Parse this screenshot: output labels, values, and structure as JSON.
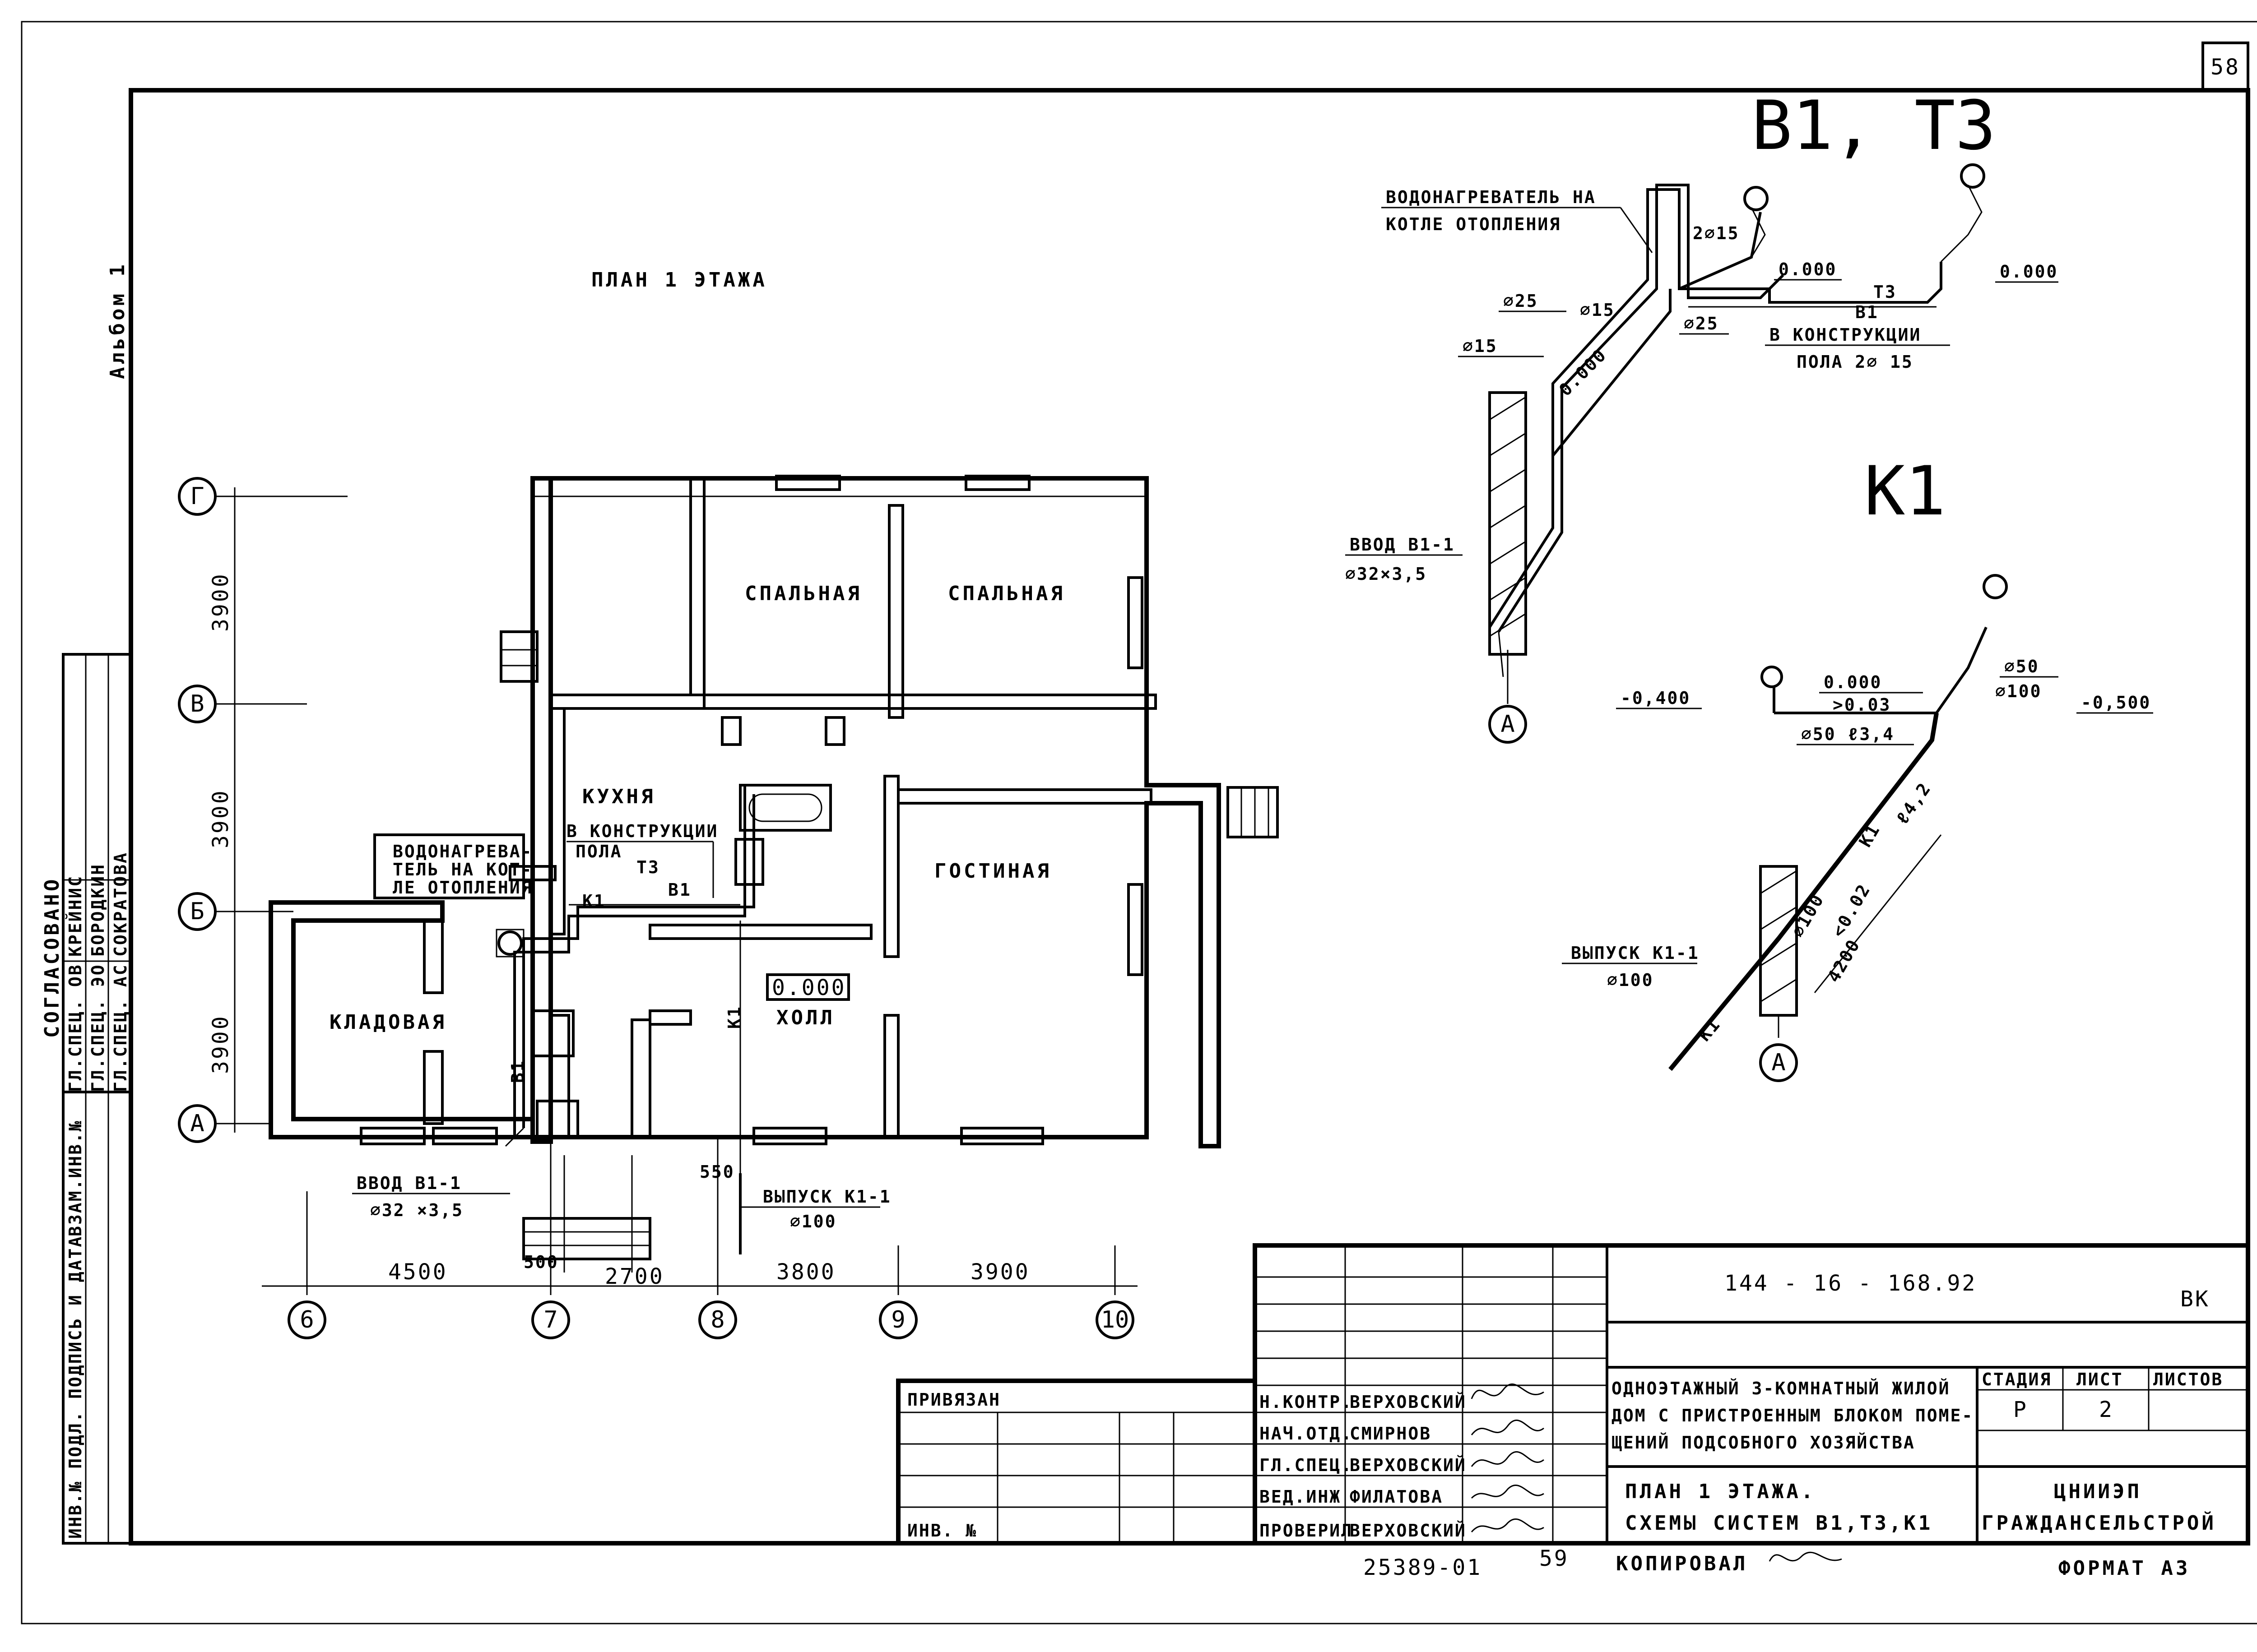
{
  "sheet_number": "58",
  "album": "Альбом 1",
  "plan_title": "ПЛАН 1 ЭТАЖА",
  "rooms": {
    "bedroom_1": "СПАЛЬНАЯ",
    "bedroom_2": "СПАЛЬНАЯ",
    "kitchen": "КУХНЯ",
    "living": "ГОСТИНАЯ",
    "hall": "ХОЛЛ",
    "storage": "КЛАДОВАЯ"
  },
  "plan_notes": {
    "in_floor": [
      "В КОНСТРУКЦИИ",
      "ПОЛА"
    ],
    "heater": [
      "ВОДОНАГРЕВА-",
      "ТЕЛЬ НА КОТ-",
      "ЛЕ ОТОПЛЕНИЯ"
    ],
    "level": "0.000",
    "inlet": [
      "ВВОД В1-1",
      "⌀32 ×3,5"
    ],
    "outlet": [
      "ВЫПУСК К1-1",
      "⌀100"
    ],
    "pipe_t3": "Т3",
    "pipe_b1": "В1",
    "pipe_k1": "К1",
    "dim_550": "550",
    "dim_500": "500"
  },
  "grid": {
    "rows": [
      "Г",
      "В",
      "Б",
      "А"
    ],
    "row_dims": [
      "3900",
      "3900",
      "3900"
    ],
    "cols": [
      "6",
      "7",
      "8",
      "9",
      "10"
    ],
    "col_dims": [
      "4500",
      "2700",
      "3800",
      "3900"
    ]
  },
  "scheme_b1t3": {
    "title": "В1, Т3",
    "heater": [
      "ВОДОНАГРЕВАТЕЛЬ НА",
      "КОТЛЕ ОТОПЛЕНИЯ"
    ],
    "d25a": "⌀25",
    "d15a": "⌀15",
    "d15b": "⌀15",
    "d25b": "⌀25",
    "d15x2": "2⌀15",
    "lvl_a": "0.000",
    "lvl_b": "0.000",
    "lvl_c": "0.000",
    "in_floor": [
      "В КОНСТРУКЦИИ",
      "ПОЛА 2⌀ 15"
    ],
    "inlet": [
      "ВВОД В1-1",
      "⌀32×3,5"
    ],
    "axis": "А",
    "label_b1": "В1",
    "label_t3": "Т3"
  },
  "scheme_k1": {
    "title": "К1",
    "lvl_left": "-0,400",
    "lvl_mid": "0.000",
    "lvl_right": "-0,500",
    "d50": "⌀50",
    "d100a": "⌀100",
    "slope_a": ">0.03",
    "d50_len": "⌀50 ℓ3,4",
    "len_42": "ℓ4,2",
    "d100b": "⌀100",
    "label_k1": "К1",
    "slope_b": "<0.02",
    "len_4200": "4200",
    "outlet": [
      "ВЫПУСК К1-1",
      "⌀100"
    ],
    "axis": "А"
  },
  "side_stamp": {
    "title": "СОГЛАСОВАНО",
    "rows": [
      {
        "role": "ГЛ.СПЕЦ. ОВ",
        "name": "КРЕЙНИС"
      },
      {
        "role": "ГЛ.СПЕЦ. ЭО",
        "name": "БОРОДКИН"
      },
      {
        "role": "ГЛ.СПЕЦ. АС",
        "name": "СОКРАТОВА"
      }
    ],
    "fields": [
      "ИНВ.№ ПОДЛ.",
      "ПОДПИСЬ И ДАТА",
      "ВЗАМ.ИНВ.№"
    ]
  },
  "title_block": {
    "code": "144 - 16 - 168.92",
    "section": "ВК",
    "attached": "ПРИВЯЗАН",
    "inv": "ИНВ. №",
    "description": [
      "ОДНОЭТАЖНЫЙ 3-КОМНАТНЫЙ ЖИЛОЙ",
      "ДОМ С ПРИСТРОЕННЫМ БЛОКОМ ПОМЕ-",
      "ЩЕНИЙ ПОДСОБНОГО ХОЗЯЙСТВА"
    ],
    "sheet_title": [
      "ПЛАН 1 ЭТАЖА.",
      "СХЕМЫ СИСТЕМ В1,Т3,К1"
    ],
    "stage_label": "СТАДИЯ",
    "sheet_label": "ЛИСТ",
    "sheets_label": "ЛИСТОВ",
    "stage": "Р",
    "sheet": "2",
    "org": [
      "ЦНИИЭП",
      "ГРАЖДАНСЕЛЬСТРОЙ"
    ],
    "staff": [
      {
        "role": "Н.КОНТР.",
        "name": "ВЕРХОВСКИЙ"
      },
      {
        "role": "НАЧ.ОТД.",
        "name": "СМИРНОВ"
      },
      {
        "role": "ГЛ.СПЕЦ.",
        "name": "ВЕРХОВСКИЙ"
      },
      {
        "role": "ВЕД.ИНЖ",
        "name": "ФИЛАТОВА"
      },
      {
        "role": "ПРОВЕРИЛ",
        "name": "ВЕРХОВСКИЙ"
      }
    ],
    "archive_no": "25389-01",
    "page": "59",
    "copied": "КОПИРОВАЛ",
    "format": "ФОРМАТ А3"
  }
}
